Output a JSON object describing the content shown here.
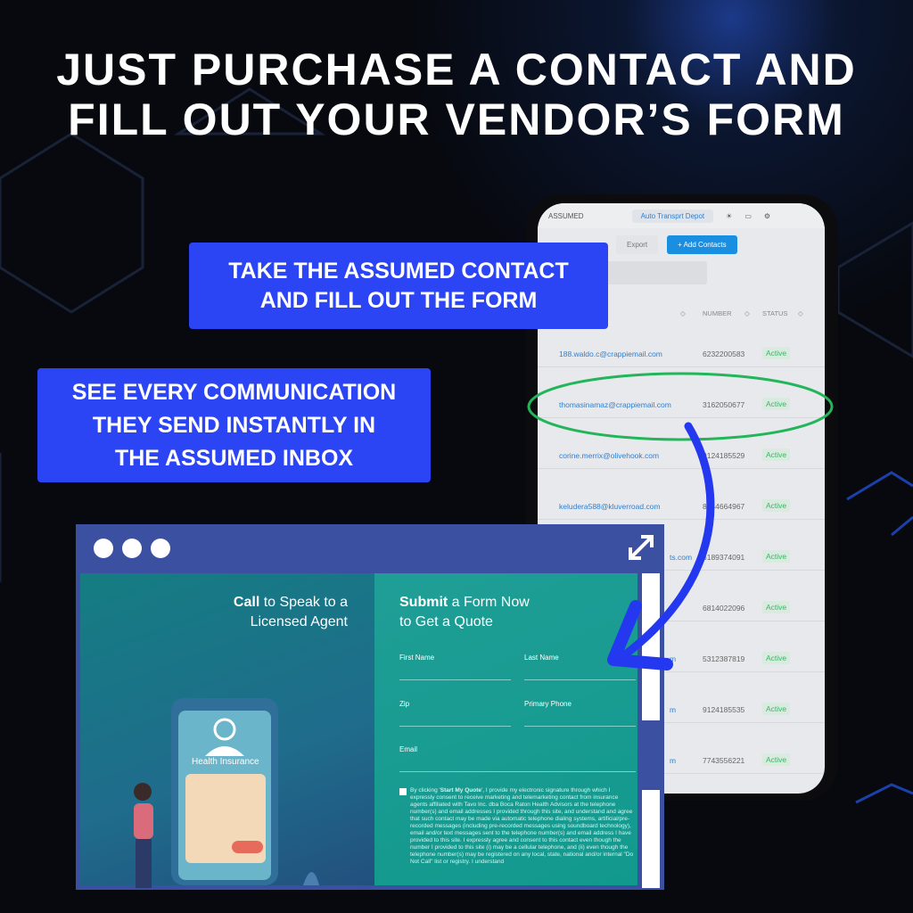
{
  "headline": {
    "line1": "JUST PURCHASE A CONTACT AND",
    "line2": "FILL OUT YOUR VENDOR’S FORM"
  },
  "callouts": {
    "take": {
      "line1": "TAKE THE ASSUMED CONTACT",
      "line2": "AND FILL OUT THE FORM"
    },
    "see": {
      "line1": "SEE EVERY COMMUNICATION",
      "line2": "THEY SEND INSTANTLY IN",
      "line3": "THE ASSUMED INBOX"
    }
  },
  "phone": {
    "logo": "ASSUMED",
    "workspace": "Auto Transprt Depot",
    "export_label": "Export",
    "add_label": "+  Add Contacts",
    "columns": {
      "number": "NUMBER",
      "status": "STATUS"
    },
    "rows": [
      {
        "email": "188.waldo.c@crappiemail.com",
        "number": "6232200583",
        "status": "Active"
      },
      {
        "email": "thomasinamaz@crappiemail.com",
        "number": "3162050677",
        "status": "Active"
      },
      {
        "email": "corine.merrix@olivehook.com",
        "number": "9124185529",
        "status": "Active"
      },
      {
        "email": "keludera588@kluverroad.com",
        "number": "8744664967",
        "status": "Active"
      },
      {
        "email": "ts.com",
        "number": "6189374091",
        "status": "Active"
      },
      {
        "email": "",
        "number": "6814022096",
        "status": "Active"
      },
      {
        "email": "m",
        "number": "5312387819",
        "status": "Active"
      },
      {
        "email": "m",
        "number": "9124185535",
        "status": "Active"
      },
      {
        "email": "m",
        "number": "7743556221",
        "status": "Active"
      }
    ]
  },
  "form": {
    "call_bold": "Call",
    "call_rest": " to Speak to a",
    "call_line2": "Licensed Agent",
    "illustration_label": "Health Insurance",
    "submit_bold": "Submit",
    "submit_rest": " a Form Now",
    "submit_line2": "to Get a Quote",
    "fields": {
      "first": "First Name",
      "last": "Last Name",
      "zip": "Zip",
      "phone": "Primary Phone",
      "email": "Email"
    },
    "consent_start": "By clicking '",
    "consent_bold": "Start My Quote",
    "consent_text": "', I provide my electronic signature through which I expressly consent to receive marketing and telemarketing contact from insurance agents affiliated with Tavo Inc. dba Boca Raton Health Advisors at the telephone number(s) and email addresses I provided through this site, and understand and agree that such contact may be made via automatic telephone dialing systems, artificial/pre-recorded messages (including pre-recorded messages using soundboard technology), email and/or text messages sent to the telephone number(s) and email address I have provided to this site. I expressly agree and consent to this contact even though the number I provided to this site (i) may be a cellular telephone, and (ii) even though the telephone number(s) may be registered on any local, state, national and/or internal \"Do Not Call\" list or registry. I understand"
  },
  "colors": {
    "callout": "#2b44f4",
    "window": "#3b50a0",
    "highlight": "#22b55a",
    "arrow": "#2438f0"
  }
}
